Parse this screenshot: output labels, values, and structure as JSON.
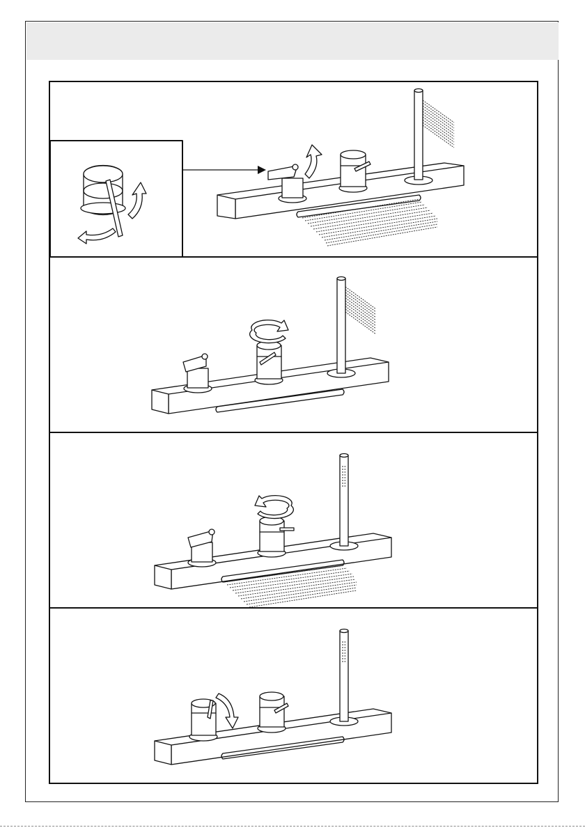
{
  "page": {
    "header_text": "",
    "footer_text": ""
  },
  "steps": [
    {
      "id": 1,
      "caption": "",
      "has_inset": true,
      "handshower_spray": true,
      "spout_flow": true
    },
    {
      "id": 2,
      "caption": "",
      "has_inset": false,
      "handshower_spray": true,
      "spout_flow": false,
      "diverter_rotation": "clockwise"
    },
    {
      "id": 3,
      "caption": "",
      "has_inset": false,
      "handshower_spray": false,
      "spout_flow": true,
      "diverter_rotation": "counter-clockwise"
    },
    {
      "id": 4,
      "caption": "",
      "has_inset": false,
      "handshower_spray": false,
      "spout_flow": false,
      "lever_motion": "close"
    }
  ],
  "colors": {
    "line": "#111111",
    "header": "#ebebeb",
    "paper": "#ffffff"
  }
}
